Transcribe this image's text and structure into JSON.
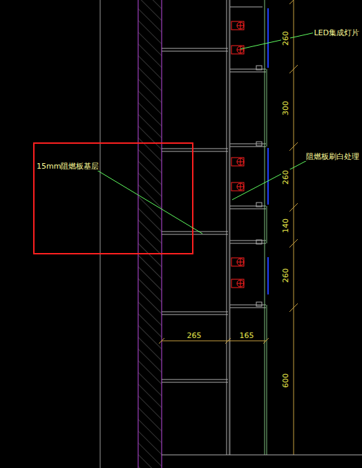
{
  "diagram": {
    "labels": [
      "LED集成灯片",
      "260",
      "300",
      "阻燃板刷白处理",
      "260",
      "15mm阻燃板基层",
      "140",
      "260",
      "265",
      "165",
      "600"
    ]
  }
}
